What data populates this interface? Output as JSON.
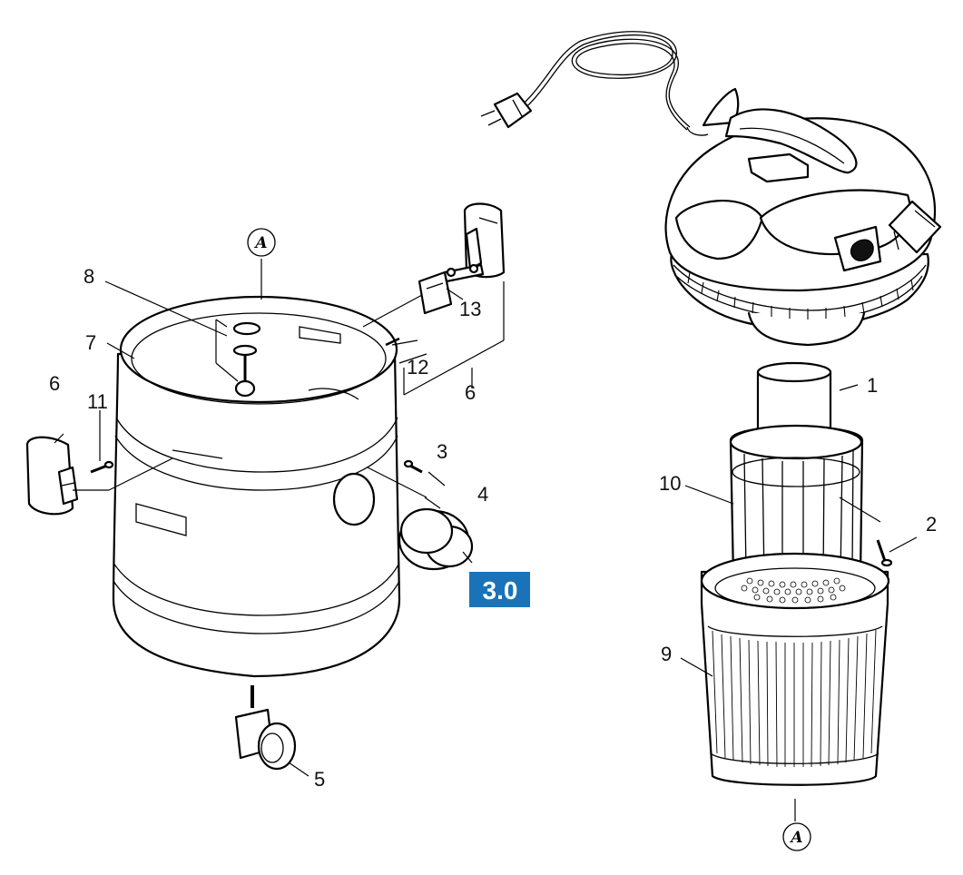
{
  "callouts": {
    "c1": "1",
    "c2": "2",
    "c3": "3",
    "c4": "4",
    "c5": "5",
    "c6a": "6",
    "c6b": "6",
    "c7": "7",
    "c8": "8",
    "c9": "9",
    "c10": "10",
    "c11": "11",
    "c12": "12",
    "c13": "13"
  },
  "reference_marks": {
    "top": "A",
    "bottom": "A"
  },
  "badge": {
    "label": "3.0",
    "color": "#1a73b8"
  }
}
